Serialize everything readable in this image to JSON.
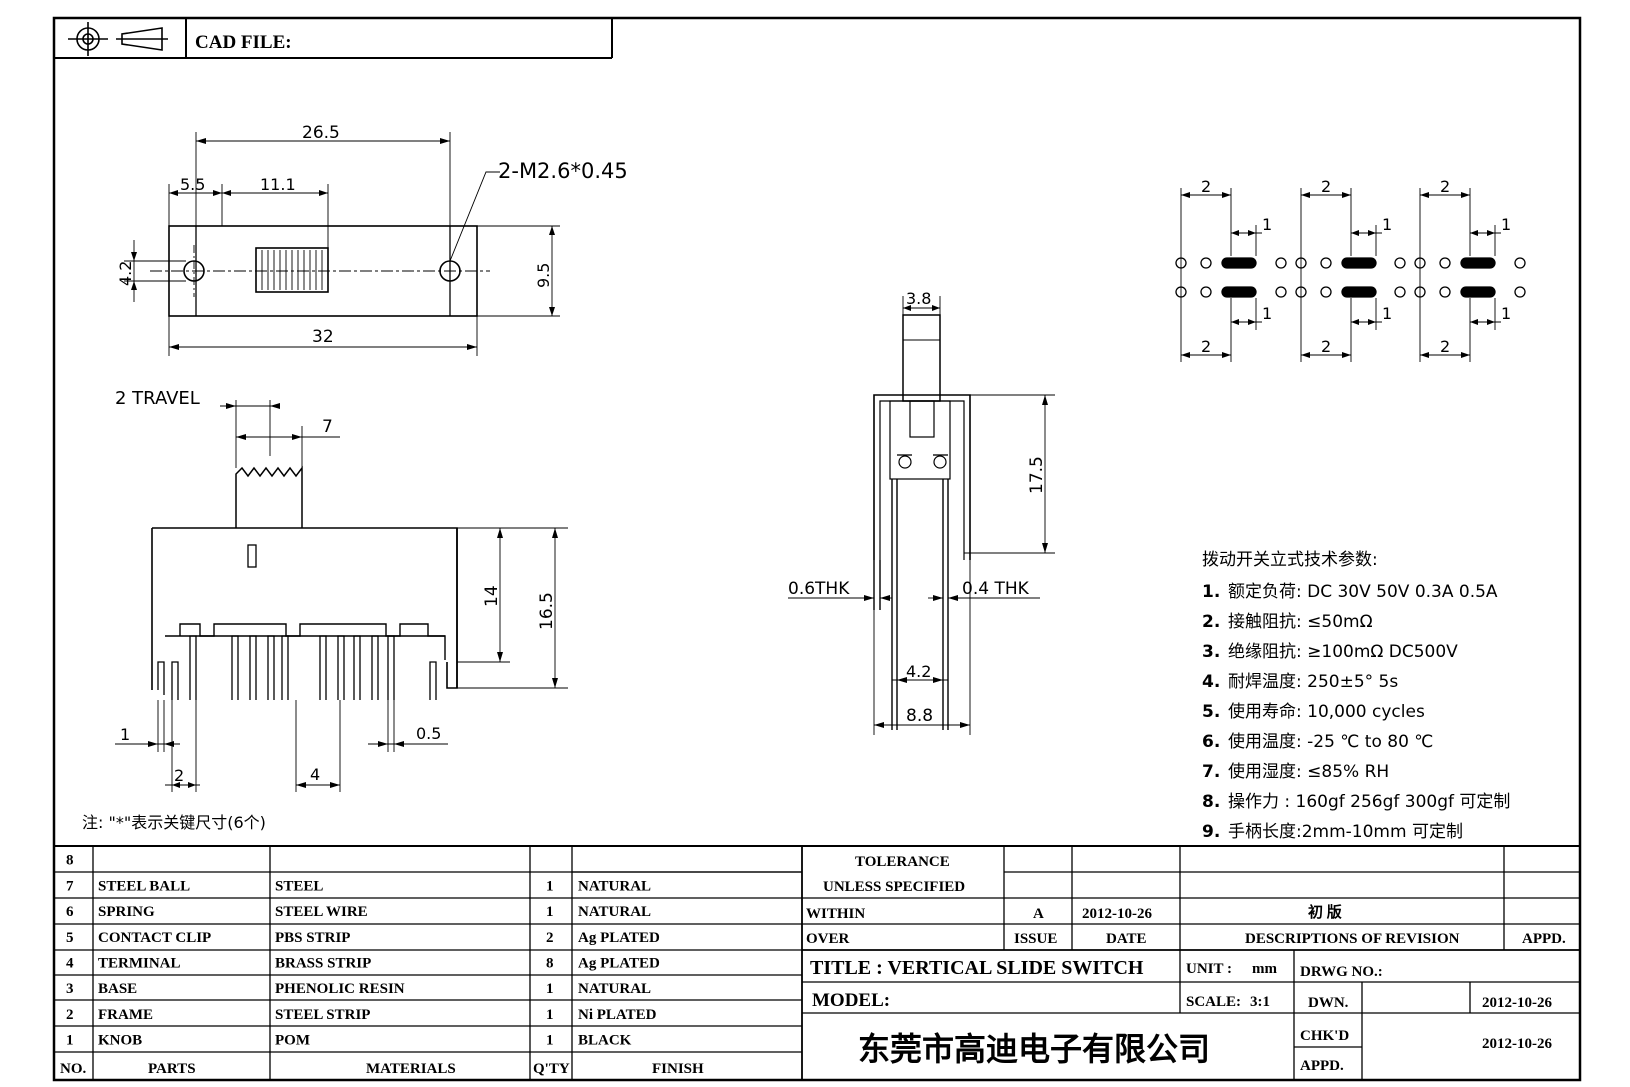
{
  "title_block": {
    "cad_file_label": "CAD FILE:"
  },
  "dimensions": {
    "top_view": {
      "overall_length": "26.5",
      "thread": "2-M2.6*0.45",
      "left_offset": "5.5",
      "slot_width": "11.1",
      "hole_height": "4.2",
      "body_height": "9.5",
      "body_length": "32"
    },
    "front_view": {
      "travel": "2 TRAVEL",
      "knob_width": "7",
      "height_body": "14",
      "height_total": "16.5",
      "pin_width": "1",
      "pin_pitch_small": "2",
      "pin_pitch": "4",
      "pin_thk": "0.5"
    },
    "side_view": {
      "knob_width": "3.8",
      "height": "17.5",
      "frame_thk": "0.6THK",
      "pin_thk": "0.4 THK",
      "pin_spacing": "4.2",
      "overall_width": "8.8"
    },
    "pcb_layout": {
      "pitch_2": "2",
      "pitch_1": "1"
    }
  },
  "note": "注: \"*\"表示关键尺寸(6个)",
  "specs": {
    "title": "拨动开关立式技术参数:",
    "items": [
      {
        "num": "1.",
        "text": "额定负荷: DC 30V    50V    0.3A    0.5A"
      },
      {
        "num": "2.",
        "text": "接触阻抗: ≤50mΩ"
      },
      {
        "num": "3.",
        "text": "绝缘阻抗: ≥100mΩ   DC500V"
      },
      {
        "num": "4.",
        "text": "耐焊温度: 250±5°  5s"
      },
      {
        "num": "5.",
        "text": "使用寿命: 10,000 cycles"
      },
      {
        "num": "6.",
        "text": "使用温度: -25 ℃  to 80 ℃"
      },
      {
        "num": "7.",
        "text": "使用湿度: ≤85% RH"
      },
      {
        "num": "8.",
        "text": "操作力 : 160gf   256gf   300gf  可定制"
      },
      {
        "num": "9.",
        "text": "手柄长度:2mm-10mm  可定制"
      }
    ]
  },
  "bom": {
    "rows": [
      {
        "no": "8",
        "part": "",
        "material": "",
        "qty": "",
        "finish": ""
      },
      {
        "no": "7",
        "part": "STEEL BALL",
        "material": "STEEL",
        "qty": "1",
        "finish": "NATURAL"
      },
      {
        "no": "6",
        "part": "SPRING",
        "material": "STEEL WIRE",
        "qty": "1",
        "finish": "NATURAL"
      },
      {
        "no": "5",
        "part": "CONTACT CLIP",
        "material": "PBS STRIP",
        "qty": "2",
        "finish": "Ag PLATED"
      },
      {
        "no": "4",
        "part": "TERMINAL",
        "material": "BRASS STRIP",
        "qty": "8",
        "finish": "Ag PLATED"
      },
      {
        "no": "3",
        "part": "BASE",
        "material": "PHENOLIC RESIN",
        "qty": "1",
        "finish": "NATURAL"
      },
      {
        "no": "2",
        "part": "FRAME",
        "material": "STEEL STRIP",
        "qty": "1",
        "finish": "Ni PLATED"
      },
      {
        "no": "1",
        "part": "KNOB",
        "material": "POM",
        "qty": "1",
        "finish": "BLACK"
      }
    ],
    "header": {
      "no": "NO.",
      "part": "PARTS",
      "material": "MATERIALS",
      "qty": "Q'TY",
      "finish": "FINISH"
    }
  },
  "revision": {
    "tolerance_1": "TOLERANCE",
    "tolerance_2": "UNLESS   SPECIFIED",
    "within": "WITHIN",
    "over": "OVER",
    "issue_value": "A",
    "date_value": "2012-10-26",
    "desc_value": "初  版",
    "issue_label": "ISSUE",
    "date_label": "DATE",
    "desc_label": "DESCRIPTIONS  OF  REVISION",
    "appd_label": "APPD."
  },
  "title_info": {
    "title": "TITLE :   VERTICAL  SLIDE  SWITCH",
    "unit_label": "UNIT :",
    "unit_value": "mm",
    "model_label": "MODEL:",
    "scale_label": "SCALE:",
    "scale_value": "3:1",
    "drwg_label": "DRWG  NO.:",
    "dwn_label": "DWN.",
    "dwn_date": "2012-10-26",
    "chkd_label": "CHK'D",
    "chkd_date": "2012-10-26",
    "appd_label": "APPD.",
    "company": "东莞市高迪电子有限公司"
  }
}
